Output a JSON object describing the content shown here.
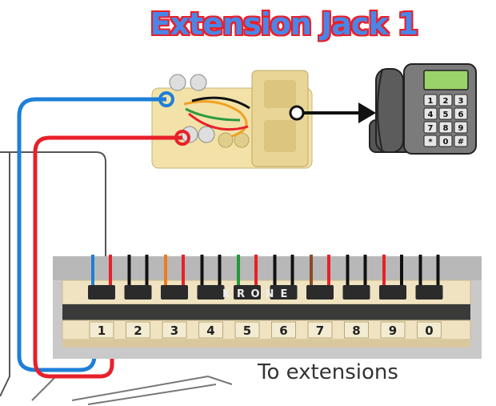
{
  "title": "Extension Jack 1",
  "caption": "To extensions",
  "phone_keypad": [
    "1",
    "2",
    "3",
    "4",
    "5",
    "6",
    "7",
    "8",
    "9",
    "*",
    "0",
    "#"
  ],
  "krone_block": {
    "brand_letters": [
      "K",
      "R",
      "O",
      "N",
      "E"
    ],
    "slots": [
      {
        "label": "1",
        "wire_a": "#1e7fd8",
        "wire_b": "#e8202a"
      },
      {
        "label": "2",
        "wire_a": "#111111",
        "wire_b": "#111111"
      },
      {
        "label": "3",
        "wire_a": "#f07a1e",
        "wire_b": "#e8202a"
      },
      {
        "label": "4",
        "wire_a": "#111111",
        "wire_b": "#111111"
      },
      {
        "label": "5",
        "wire_a": "#1e9a3a",
        "wire_b": "#e8202a"
      },
      {
        "label": "6",
        "wire_a": "#111111",
        "wire_b": "#111111"
      },
      {
        "label": "7",
        "wire_a": "#8a4b24",
        "wire_b": "#e8202a"
      },
      {
        "label": "8",
        "wire_a": "#111111",
        "wire_b": "#111111"
      },
      {
        "label": "9",
        "wire_a": "#e8202a",
        "wire_b": "#111111"
      },
      {
        "label": "0",
        "wire_a": "#111111",
        "wire_b": "#111111"
      }
    ]
  },
  "colors": {
    "blue_wire": "#1e7fd8",
    "red_wire": "#e8202a",
    "title_fill": "#4a86e8",
    "title_outline": "#e8202a",
    "jack_body": "#f2e2a8",
    "block_body": "#efe3c2"
  }
}
